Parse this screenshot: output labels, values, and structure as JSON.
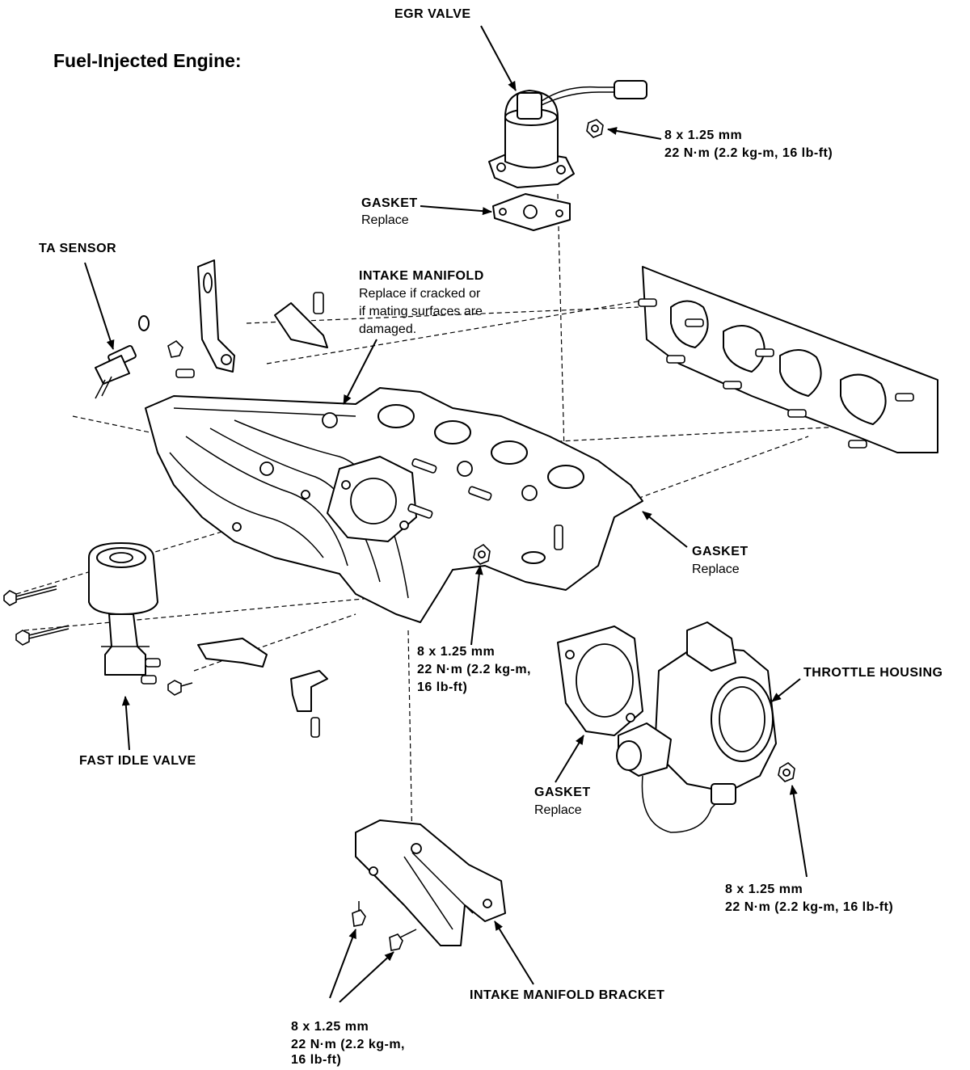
{
  "title": "Fuel-Injected Engine:",
  "colors": {
    "ink": "#000000",
    "paper": "#ffffff"
  },
  "labels": {
    "egr_valve": "EGR VALVE",
    "egr_spec": {
      "size": "8 x 1.25 mm",
      "torque": "22 N·m (2.2 kg-m, 16 lb-ft)"
    },
    "egr_gasket": {
      "name": "GASKET",
      "note": "Replace"
    },
    "ta_sensor": "TA SENSOR",
    "intake_manifold": {
      "name": "INTAKE MANIFOLD",
      "note_lines": [
        "Replace if cracked or",
        "if mating surfaces are",
        "damaged."
      ]
    },
    "manifold_gasket": {
      "name": "GASKET",
      "note": "Replace"
    },
    "center_spec": {
      "size": "8 x 1.25 mm",
      "torque_lines": [
        "22 N·m (2.2 kg-m,",
        "16 lb-ft)"
      ]
    },
    "throttle_housing": "THROTTLE HOUSING",
    "throttle_gasket": {
      "name": "GASKET",
      "note": "Replace"
    },
    "throttle_spec": {
      "size": "8 x 1.25 mm",
      "torque": "22 N·m (2.2 kg-m, 16 lb-ft)"
    },
    "fast_idle_valve": "FAST IDLE VALVE",
    "bracket": "INTAKE MANIFOLD BRACKET",
    "bracket_spec": {
      "size": "8 x 1.25 mm",
      "torque_lines": [
        "22 N·m (2.2 kg-m,",
        "16 lb-ft)"
      ]
    }
  }
}
